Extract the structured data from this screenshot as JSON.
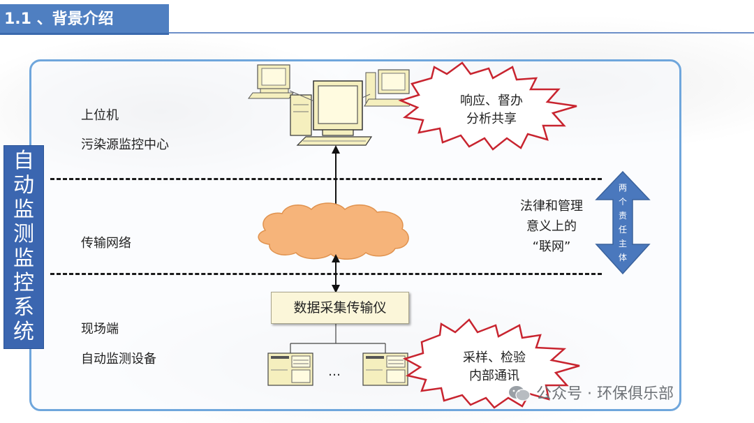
{
  "header": {
    "title": "1.1 、背景介绍"
  },
  "side_label": [
    "自",
    "动",
    "监",
    "测",
    "监",
    "控",
    "系",
    "统"
  ],
  "layers": {
    "top_line1": "上位机",
    "top_line2": "污染源监控中心",
    "middle": "传输网络",
    "bottom_line1": "现场端",
    "bottom_line2": "自动监测设备"
  },
  "device_box": "数据采集传输仪",
  "ellipsis": "…",
  "burst_top": {
    "line1": "响应、督办",
    "line2": "分析共享"
  },
  "burst_bottom": {
    "line1": "采样、检验",
    "line2": "内部通讯"
  },
  "legal": {
    "line1": "法律和管理",
    "line2": "意义上的",
    "line3": "“联网”"
  },
  "arrow_label": [
    "两",
    "个",
    "责",
    "任",
    "主",
    "体"
  ],
  "watermark": "公众号 · 环保俱乐部",
  "colors": {
    "title_bar": "#4f7fc1",
    "side_label": "#3b66b0",
    "frame": "#6fa6dc",
    "cloud": "#f6b47a",
    "burst_stroke": "#c8242f",
    "arrow": "#4a78bd"
  }
}
